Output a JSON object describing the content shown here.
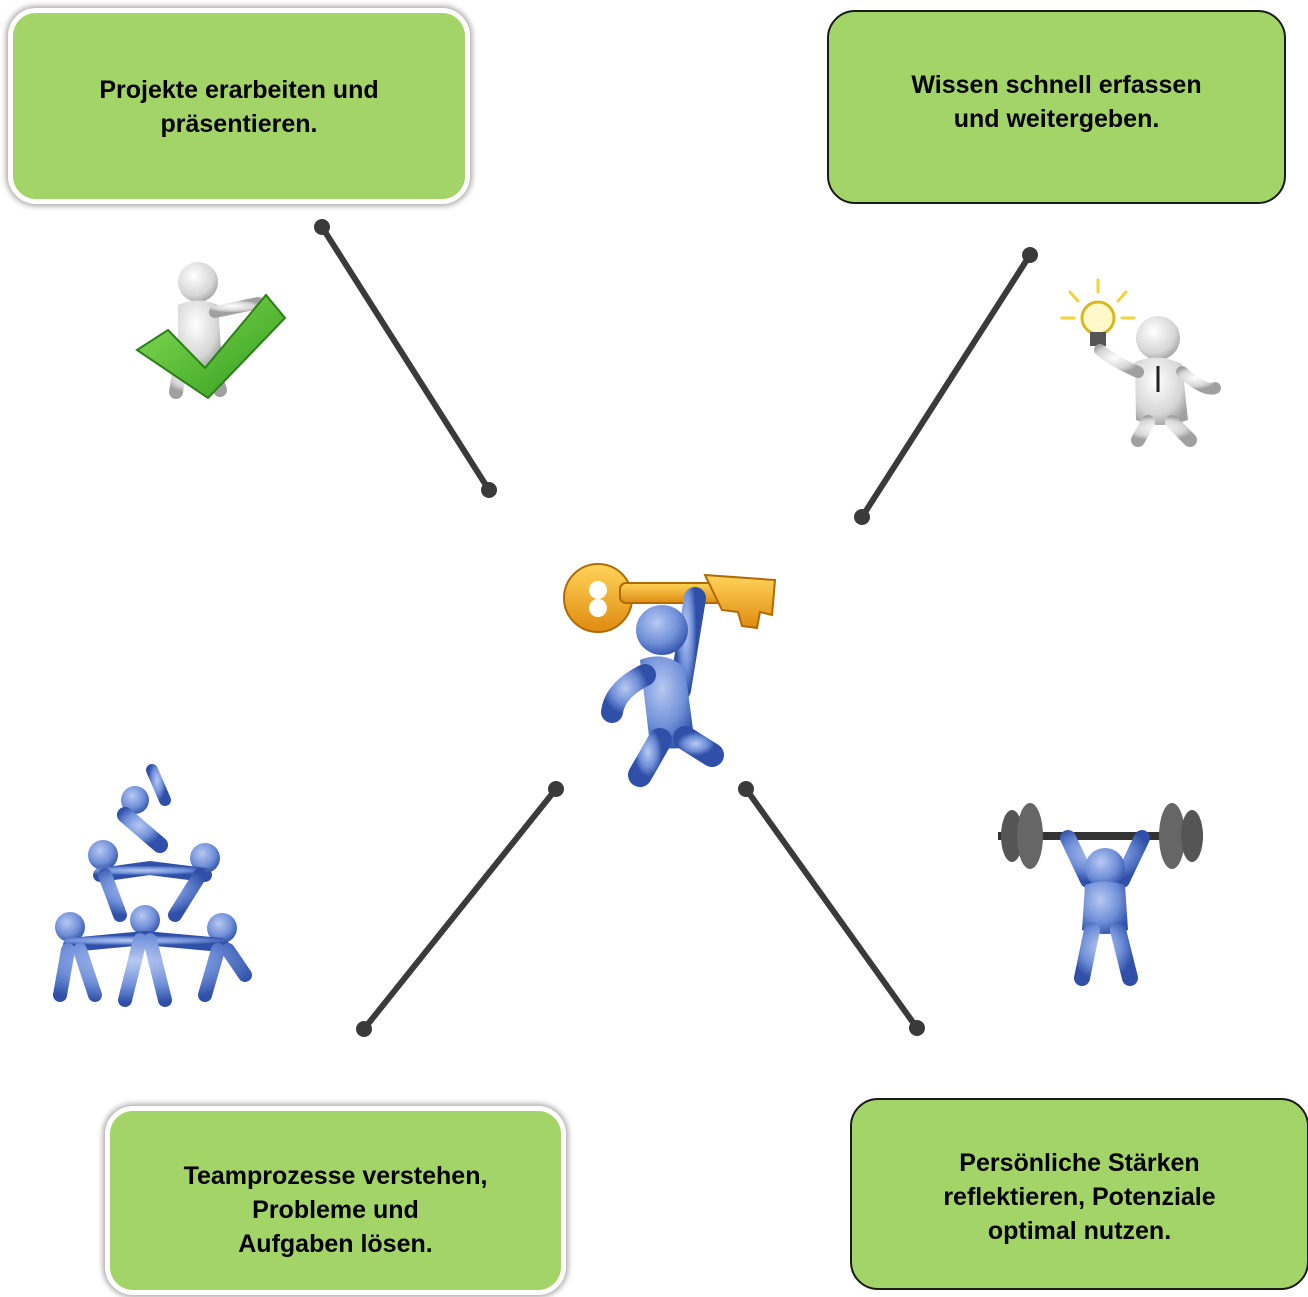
{
  "boxes": {
    "top_left": "Projekte erarbeiten und\npräsentieren.",
    "top_right": "Wissen schnell erfassen\nund weitergeben.",
    "bottom_left": "Teamprozesse verstehen,\nProbleme und\nAufgaben lösen.",
    "bottom_right": "Persönliche Stärken\nreflektieren, Potenziale\noptimal nutzen."
  },
  "colors": {
    "box_fill": "#a3d467",
    "connector": "#3a3a3a",
    "figure_blue": "#6f8fd8",
    "key_gold": "#f2a81e",
    "check_green": "#4cb82e",
    "figure_gray": "#d9d9d9"
  },
  "icons": {
    "center": "person-holding-key-icon",
    "top_left": "person-with-checkmark-icon",
    "top_right": "person-with-lightbulb-icon",
    "bottom_left": "team-pyramid-icon",
    "bottom_right": "weightlifter-icon"
  }
}
